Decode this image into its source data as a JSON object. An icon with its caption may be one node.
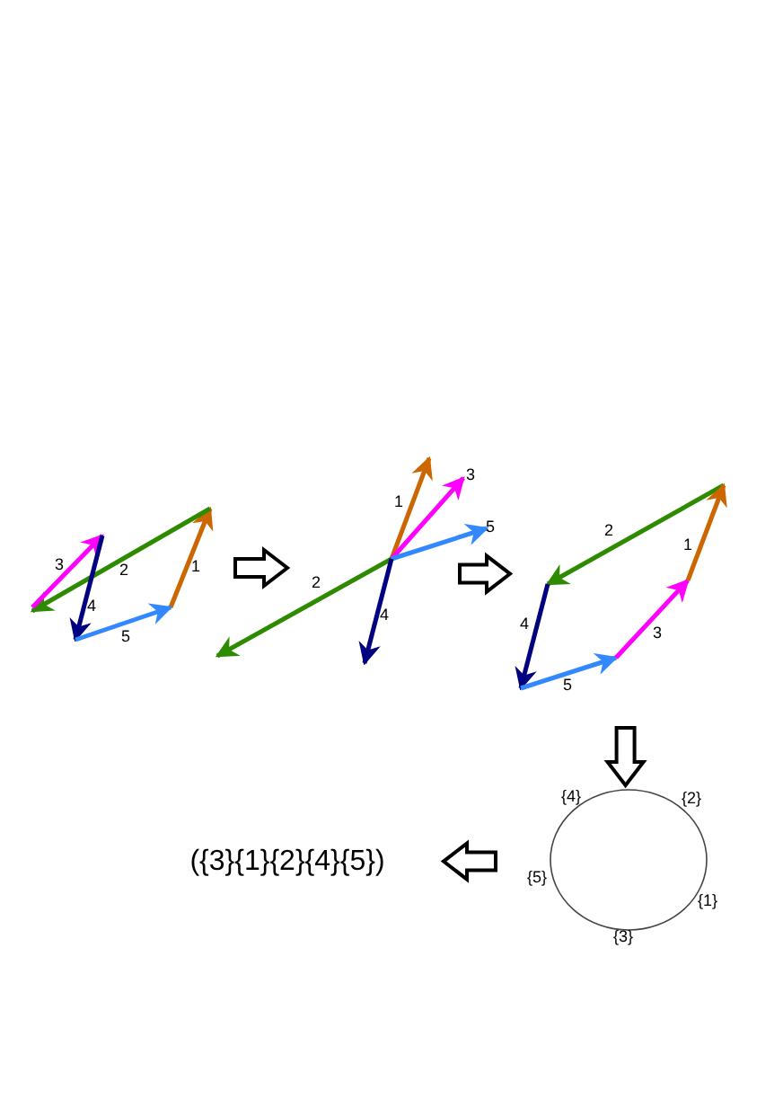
{
  "diagram": {
    "nodes": [
      {
        "text": [],
        "shape": "picture"
      },
      {
        "text": [],
        "shape": "picture"
      },
      {
        "text": [],
        "shape": "picture"
      },
      {
        "text": [],
        "shape": "circle",
        "beside": [
          "{4}",
          "{2}",
          "{5}",
          "{1}",
          "{3}"
        ]
      },
      {
        "text": [
          "({3}{1}{2}{4}{5})"
        ]
      }
    ],
    "edges": [
      {
        "from": 0,
        "to": 1,
        "arrow": "to"
      },
      {
        "from": 1,
        "to": 2,
        "arrow": "to"
      },
      {
        "from": 2,
        "to": 3,
        "arrow": "to"
      },
      {
        "from": 3,
        "to": 4,
        "arrow": "to"
      }
    ],
    "labels": [
      "3",
      "2",
      "1",
      "4",
      "5",
      "3",
      "1",
      "5",
      "2",
      "4",
      "2",
      "1",
      "4",
      "3",
      "5"
    ]
  }
}
